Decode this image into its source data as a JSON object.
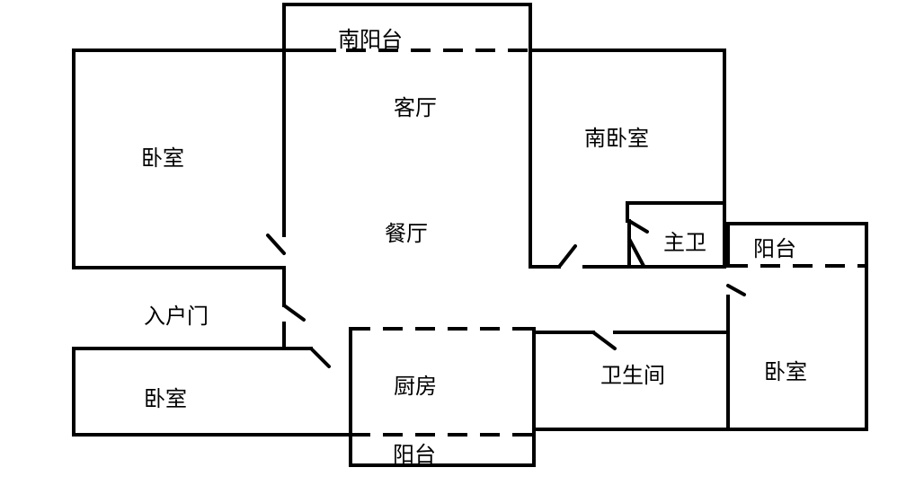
{
  "rooms": {
    "south_balcony": "南阳台",
    "living_room": "客厅",
    "dining_room": "餐厅",
    "bedroom_west": "卧室",
    "south_bedroom": "南卧室",
    "master_bath": "主卫",
    "balcony_east": "阳台",
    "entrance_door": "入户门",
    "bedroom_southwest": "卧室",
    "kitchen": "厨房",
    "bathroom": "卫生间",
    "bedroom_east": "卧室",
    "balcony_south": "阳台"
  },
  "colors": {
    "line": "#000000",
    "background": "#ffffff"
  }
}
